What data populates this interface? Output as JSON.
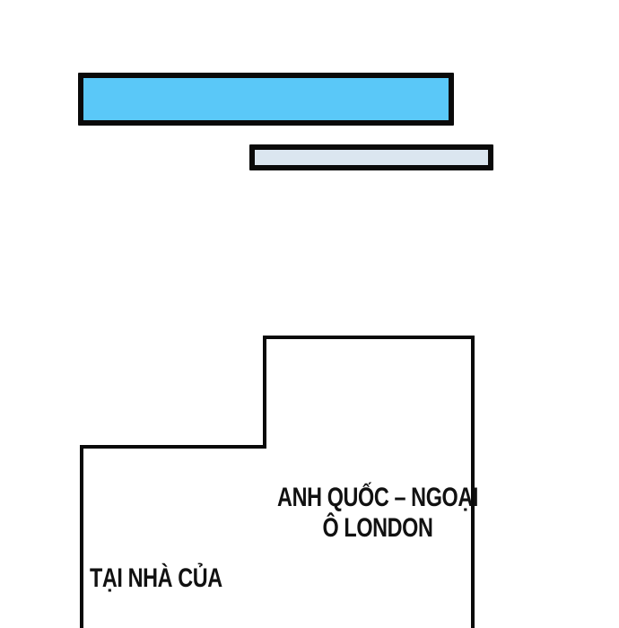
{
  "bars": {
    "top": {
      "fill": "#5ac8f8",
      "border": "#0a0a0a"
    },
    "bottom": {
      "fill": "#dbe6f0",
      "border": "#0a0a0a"
    }
  },
  "panel": {
    "stroke": "#0a0a0a",
    "fill": "#ffffff"
  },
  "captions": {
    "location_line1": "ANH QUỐC – NGOẠI",
    "location_line2": "Ô LONDON",
    "home": "TẠI NHÀ CỦA"
  }
}
